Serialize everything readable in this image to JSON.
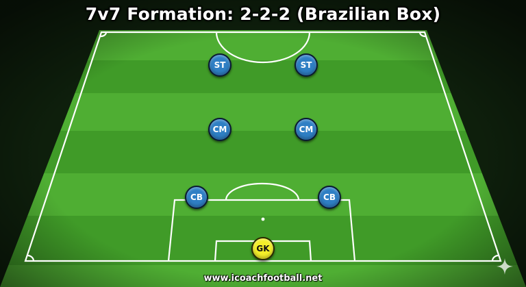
{
  "title": "7v7 Formation: 2-2-2 (Brazilian Box)",
  "footer": "www.icoachfootball.net",
  "colors": {
    "grass_light": "#4fb132",
    "grass_dark": "#3f9a27",
    "line": "#ffffff",
    "outfield_player": "#2f7fc4",
    "goalkeeper": "#f3ee2a"
  },
  "players": [
    {
      "id": "st-left",
      "label": "ST",
      "role": "outfield"
    },
    {
      "id": "st-right",
      "label": "ST",
      "role": "outfield"
    },
    {
      "id": "cm-left",
      "label": "CM",
      "role": "outfield"
    },
    {
      "id": "cm-right",
      "label": "CM",
      "role": "outfield"
    },
    {
      "id": "cb-left",
      "label": "CB",
      "role": "outfield"
    },
    {
      "id": "cb-right",
      "label": "CB",
      "role": "outfield"
    },
    {
      "id": "gk",
      "label": "GK",
      "role": "keeper"
    }
  ],
  "icons": {
    "watermark": "sparkle-icon"
  }
}
